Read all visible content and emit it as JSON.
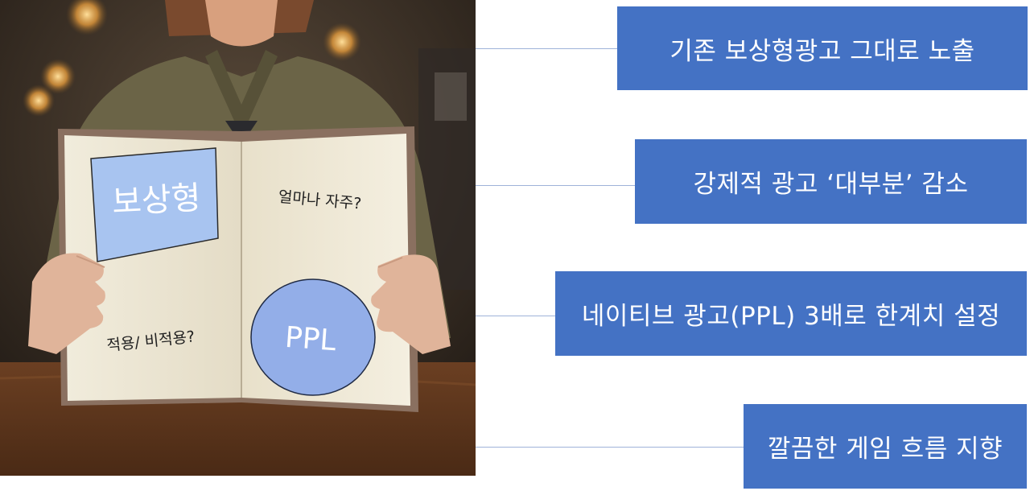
{
  "photo": {
    "book": {
      "left_page": {
        "box_label": "보상형",
        "question": "적용/ 비적용?"
      },
      "right_page": {
        "question": "얼마나 자주?",
        "circle_label": "PPL"
      }
    }
  },
  "callouts": [
    {
      "text": "기존 보상형광고 그대로 노출"
    },
    {
      "text": "강제적 광고 ‘대부분’ 감소"
    },
    {
      "text": "네이티브 광고(PPL) 3배로 한계치 설정"
    },
    {
      "text": "깔끔한 게임 흐름 지향"
    }
  ],
  "colors": {
    "callout_bg": "#4472c4",
    "callout_text": "#ffffff",
    "connector": "#9fb3d9",
    "box_fill": "#a8c4f0",
    "circle_fill": "#93aee8"
  }
}
